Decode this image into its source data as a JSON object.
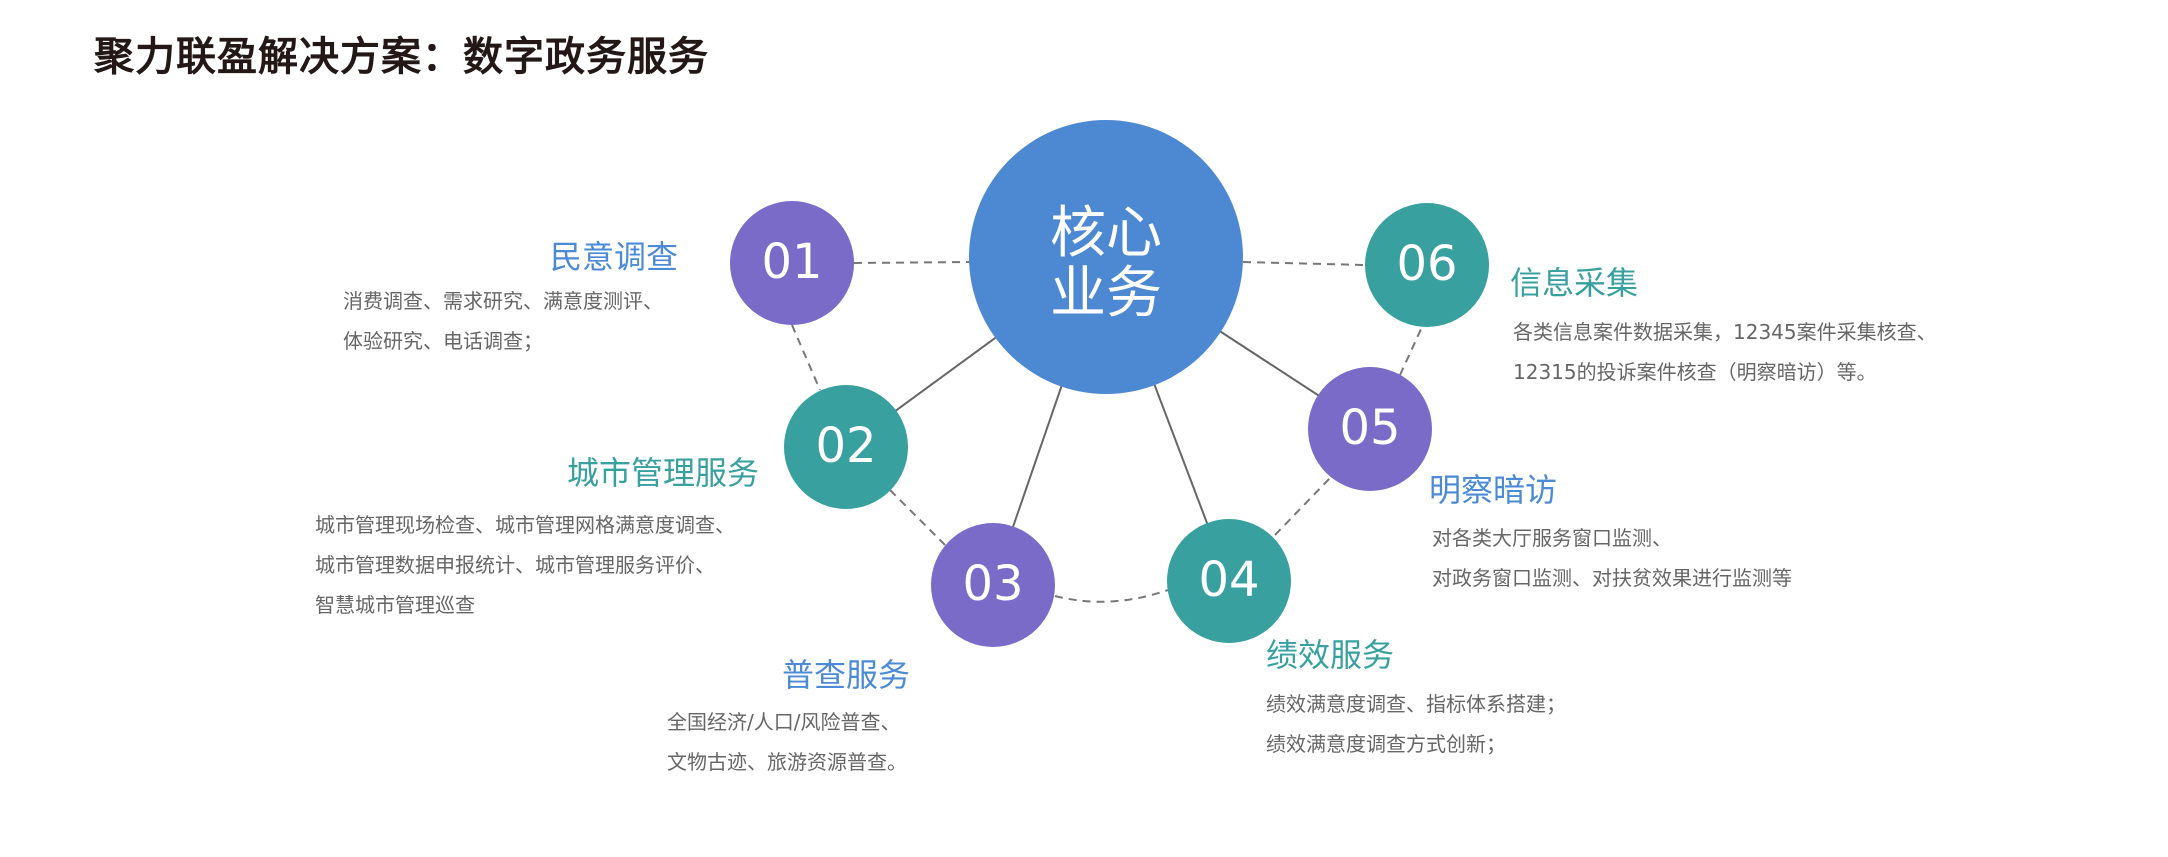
{
  "title": "聚力联盈解决方案：数字政务服务",
  "center": {
    "line1": "核心",
    "line2": "业务",
    "color": "#4d88d2"
  },
  "colors": {
    "purple": "#7b6bc9",
    "teal": "#38a09f",
    "blue_label": "#4a8ad6",
    "desc": "#666666"
  },
  "nodes": [
    {
      "num": "01",
      "title": "民意调查",
      "desc": [
        "消费调查、需求研究、满意度测评、",
        "体验研究、电话调查；"
      ]
    },
    {
      "num": "02",
      "title": "城市管理服务",
      "desc": [
        "城市管理现场检查、城市管理网格满意度调查、",
        "城市管理数据申报统计、城市管理服务评价、",
        "智慧城市管理巡查"
      ]
    },
    {
      "num": "03",
      "title": "普查服务",
      "desc": [
        "全国经济/人口/风险普查、",
        "文物古迹、旅游资源普查。"
      ]
    },
    {
      "num": "04",
      "title": "绩效服务",
      "desc": [
        "绩效满意度调查、指标体系搭建；",
        "绩效满意度调查方式创新；"
      ]
    },
    {
      "num": "05",
      "title": "明察暗访",
      "desc": [
        "对各类大厅服务窗口监测、",
        "对政务窗口监测、对扶贫效果进行监测等"
      ]
    },
    {
      "num": "06",
      "title": "信息采集",
      "desc": [
        "各类信息案件数据采集，12345案件采集核查、",
        "12315的投诉案件核查（明察暗访）等。"
      ]
    }
  ]
}
